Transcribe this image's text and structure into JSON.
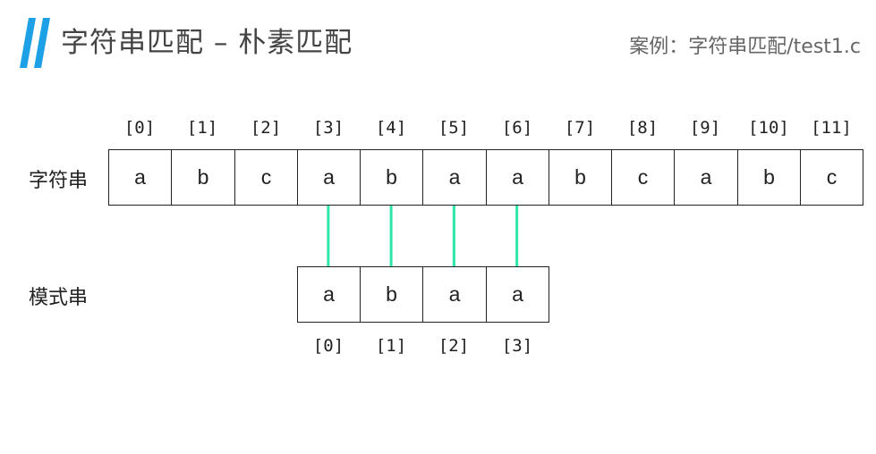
{
  "header": {
    "title": "字符串匹配 – 朴素匹配",
    "case_ref": "案例：字符串匹配/test1.c"
  },
  "colors": {
    "accent": "#1ea0e6",
    "match_line": "#2ee6a6",
    "border": "#222222"
  },
  "text_row": {
    "label": "字符串",
    "chars": [
      "a",
      "b",
      "c",
      "a",
      "b",
      "a",
      "a",
      "b",
      "c",
      "a",
      "b",
      "c"
    ],
    "indices": [
      "[0]",
      "[1]",
      "[2]",
      "[3]",
      "[4]",
      "[5]",
      "[6]",
      "[7]",
      "[8]",
      "[9]",
      "[10]",
      "[11]"
    ]
  },
  "pattern_row": {
    "label": "模式串",
    "chars": [
      "a",
      "b",
      "a",
      "a"
    ],
    "indices": [
      "[0]",
      "[1]",
      "[2]",
      "[3]"
    ],
    "aligned_at_text_index": 3
  },
  "match_links": [
    [
      3,
      0
    ],
    [
      4,
      1
    ],
    [
      5,
      2
    ],
    [
      6,
      3
    ]
  ]
}
